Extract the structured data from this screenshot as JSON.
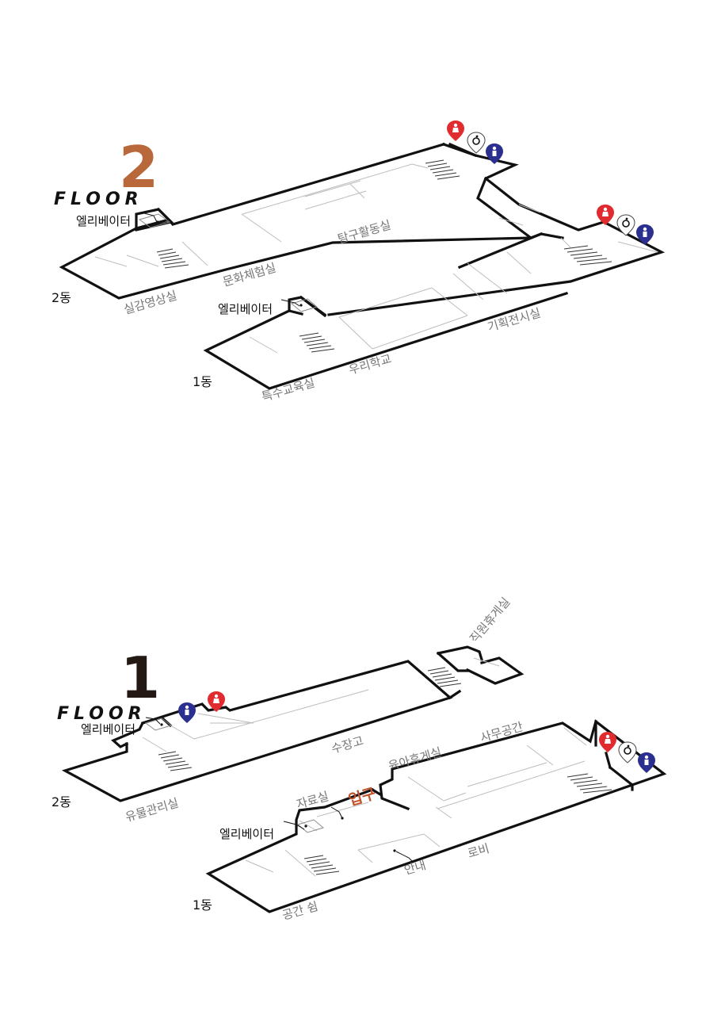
{
  "colors": {
    "floor2_accent": "#b8683b",
    "floor1_accent": "#231814",
    "entrance": "#c0532c",
    "female_marker": "#e02b2f",
    "male_marker": "#2b2f8f",
    "accessible_marker": "#ffffff"
  },
  "floor2": {
    "floor_word": "FLOOR",
    "floor_number": "2",
    "building2": {
      "dong_label": "2동",
      "elevator_label": "엘리베이터",
      "rooms": {
        "immersive_video": "실감영상실",
        "culture_experience": "문화체험실",
        "exploration_activity": "탐구활동실"
      }
    },
    "building1": {
      "dong_label": "1동",
      "elevator_label": "엘리베이터",
      "rooms": {
        "special_education": "특수교육실",
        "our_school": "우리학교",
        "special_exhibition": "기획전시실"
      }
    },
    "icons": [
      "female-restroom-icon",
      "accessible-restroom-icon",
      "male-restroom-icon"
    ]
  },
  "floor1": {
    "floor_word": "FLOOR",
    "floor_number": "1",
    "building2": {
      "dong_label": "2동",
      "elevator_label": "엘리베이터",
      "rooms": {
        "artifact_management": "유물관리실",
        "storage": "수장고",
        "staff_lounge": "직원휴게실"
      }
    },
    "building1": {
      "dong_label": "1동",
      "elevator_label": "엘리베이터",
      "entrance_label": "입구",
      "rooms": {
        "archive": "자료실",
        "nursing_room": "육아휴게실",
        "office_space": "사무공간",
        "information": "안내",
        "lobby": "로비",
        "rest_space": "공간 쉼"
      }
    },
    "icons": [
      "male-restroom-icon",
      "female-restroom-icon",
      "accessible-restroom-icon"
    ]
  }
}
